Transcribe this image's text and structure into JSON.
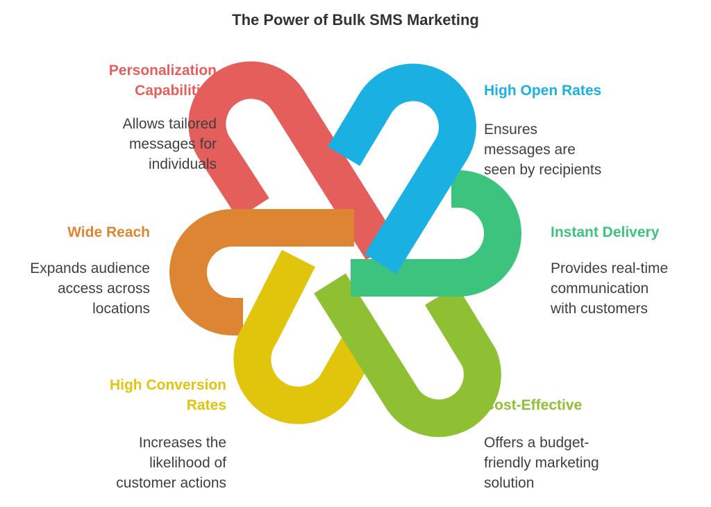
{
  "title": "The Power of Bulk SMS Marketing",
  "colors": {
    "red": "#e45f5c",
    "blue": "#1ab0e2",
    "green": "#3cc47f",
    "lime": "#8fbf33",
    "yellow": "#e1c40c",
    "orange": "#de8533"
  },
  "items": [
    {
      "heading_lines": [
        "Personalization",
        "Capabilities"
      ],
      "desc_lines": [
        "Allows tailored",
        "messages for",
        "individuals"
      ],
      "color": "#e45f5c",
      "icon": "red-loop-icon"
    },
    {
      "heading_lines": [
        "High Open Rates"
      ],
      "desc_lines": [
        "Ensures",
        "messages are",
        "seen by recipients"
      ],
      "color": "#1ab0e2",
      "icon": "blue-loop-icon"
    },
    {
      "heading_lines": [
        "Wide Reach"
      ],
      "desc_lines": [
        "Expands audience",
        "access across",
        "locations"
      ],
      "color": "#de8533",
      "icon": "orange-loop-icon"
    },
    {
      "heading_lines": [
        "Instant Delivery"
      ],
      "desc_lines": [
        "Provides real-time",
        "communication",
        "with customers"
      ],
      "color": "#3cc47f",
      "icon": "green-loop-icon"
    },
    {
      "heading_lines": [
        "High Conversion",
        "Rates"
      ],
      "desc_lines": [
        "Increases the",
        "likelihood of",
        "customer actions"
      ],
      "color": "#e1c40c",
      "icon": "yellow-loop-icon"
    },
    {
      "heading_lines": [
        "Cost-Effective"
      ],
      "desc_lines": [
        "Offers a budget-",
        "friendly marketing",
        "solution"
      ],
      "color": "#8fbf33",
      "icon": "lime-loop-icon"
    }
  ]
}
